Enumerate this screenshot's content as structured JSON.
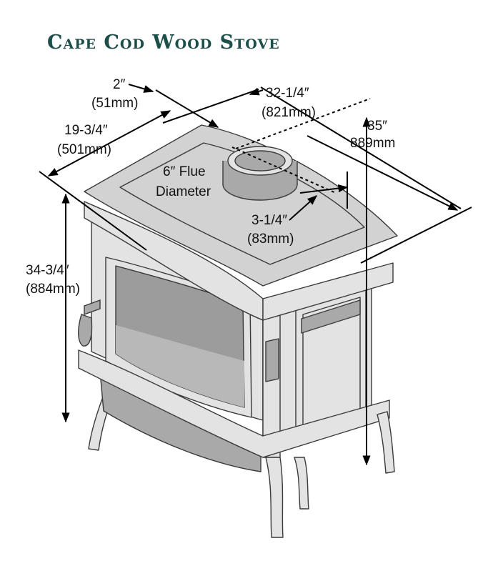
{
  "title": "Cape Cod Wood Stove",
  "colors": {
    "title": "#1d4f4a",
    "stove_body": "#e3e3e3",
    "stove_top": "#d2d2d2",
    "stove_shadow": "#a9a9a9",
    "firebox": "#9c9c9c",
    "outline": "#3a3a3a",
    "dimension_line": "#000000"
  },
  "dimensions": {
    "clearance_top": {
      "imperial": "2″",
      "metric": "(51mm)"
    },
    "width": {
      "imperial": "32-1/4″",
      "metric": "(821mm)"
    },
    "depth": {
      "imperial": "19-3/4″",
      "metric": "(501mm)"
    },
    "flue_depth": {
      "imperial": "35″",
      "metric": "889mm"
    },
    "flue_diameter": {
      "line1": "6″ Flue",
      "line2": "Diameter"
    },
    "flue_offset": {
      "imperial": "3-1/4″",
      "metric": "(83mm)"
    },
    "height": {
      "imperial": "34-3/4″",
      "metric": "(884mm)"
    }
  }
}
